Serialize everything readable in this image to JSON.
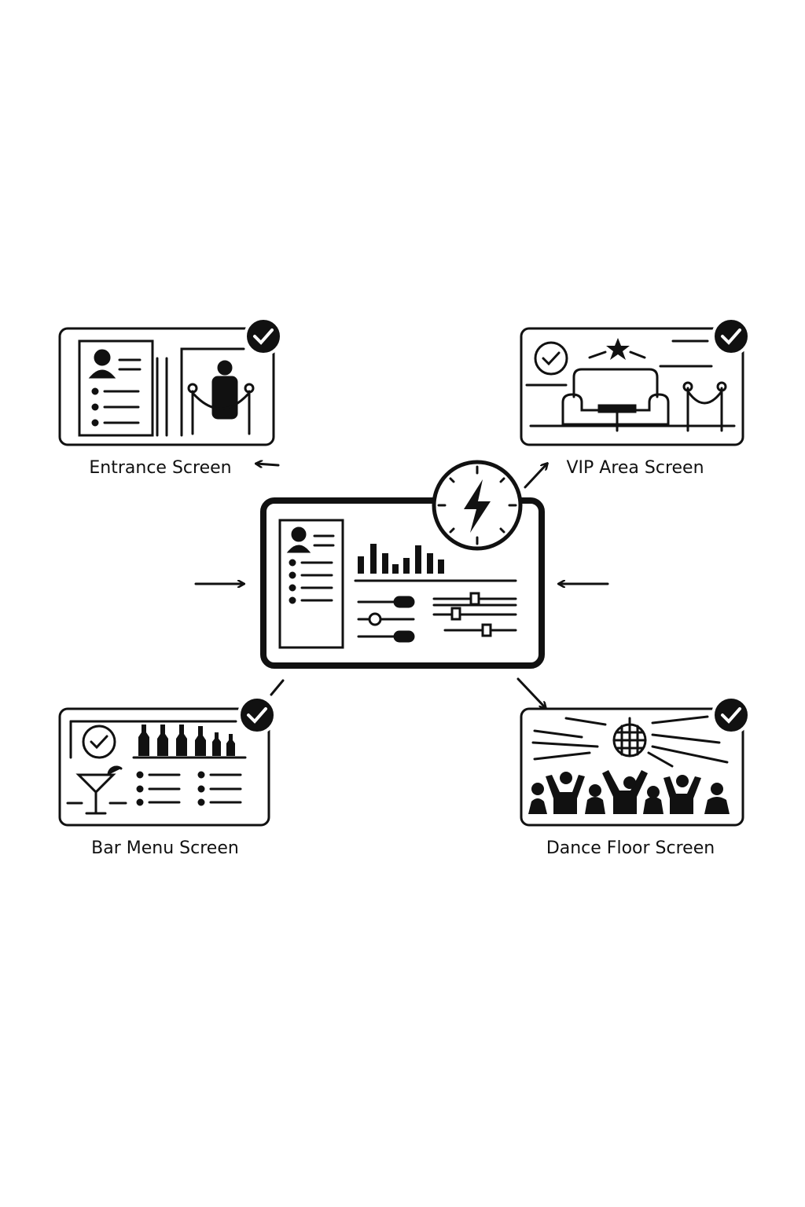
{
  "colors": {
    "ink": "#111111",
    "background": "#ffffff"
  },
  "nodes": {
    "hub": {
      "icons": [
        "profile-list-icon",
        "bar-chart-icon",
        "sliders-icon",
        "clock-lightning-icon"
      ]
    },
    "entrance": {
      "label": "Entrance Screen",
      "status_icon": "check-circle-icon"
    },
    "vip": {
      "label": "VIP Area Screen",
      "status_icon": "check-circle-icon"
    },
    "bar": {
      "label": "Bar Menu Screen",
      "status_icon": "check-circle-icon"
    },
    "dance": {
      "label": "Dance Floor Screen",
      "status_icon": "check-circle-icon"
    }
  }
}
